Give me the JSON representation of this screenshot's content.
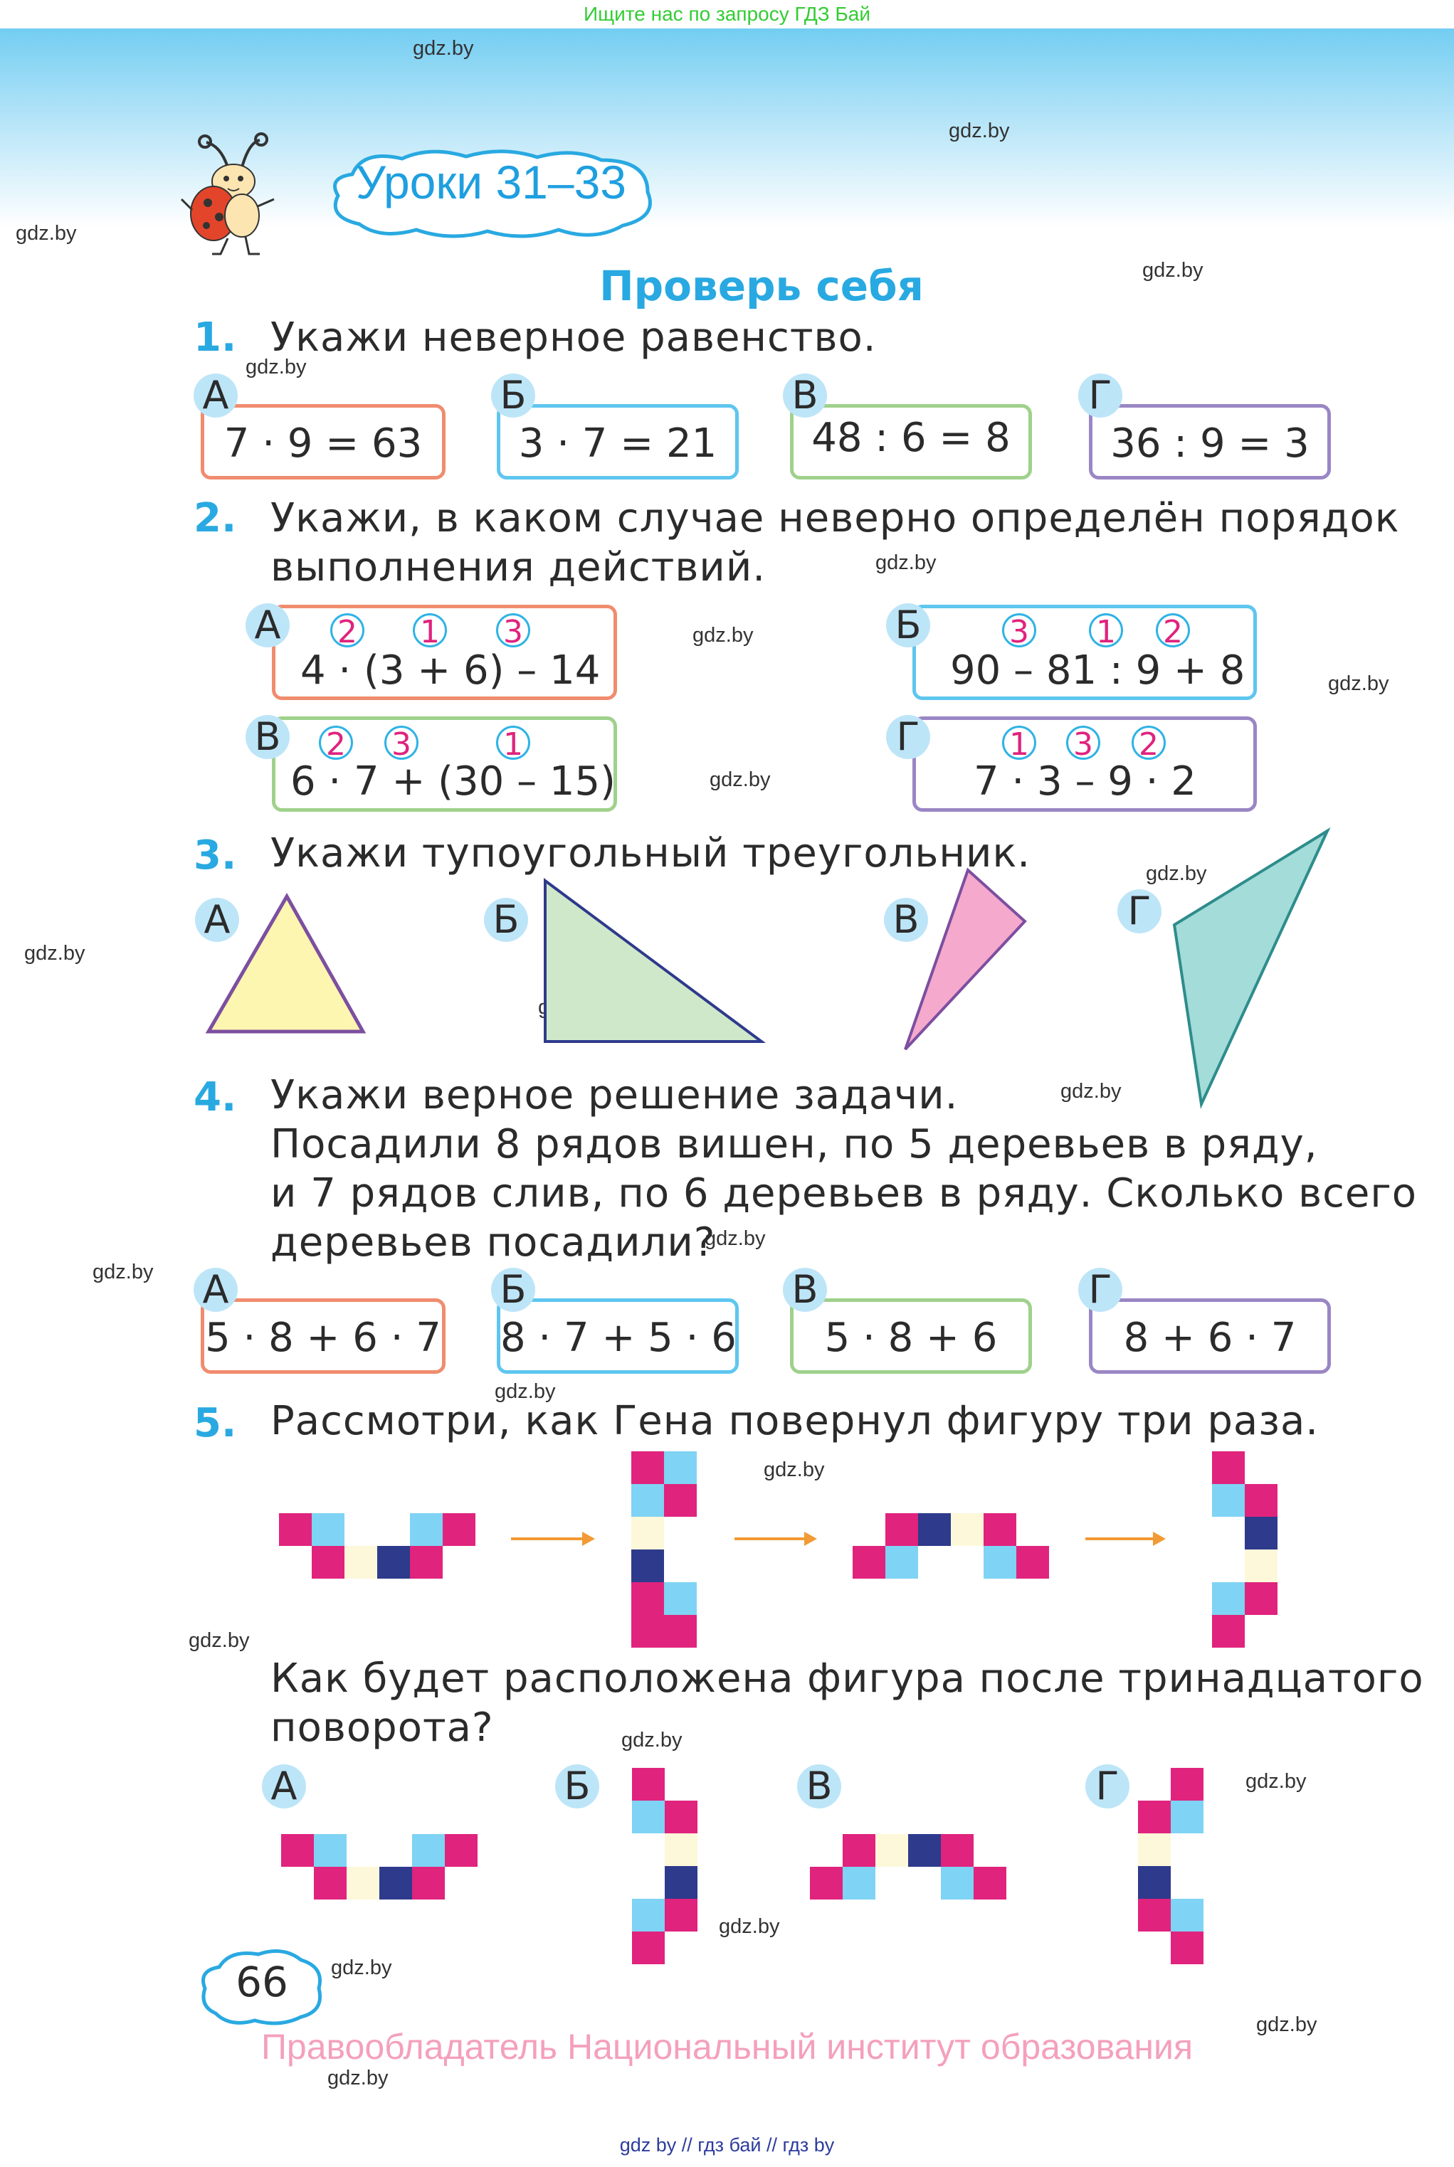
{
  "top_note": "Ищите нас по запросу ГДЗ Бай",
  "watermark": "gdz.by",
  "title": "Уроки 31–33",
  "subtitle": "Проверь себя",
  "q1": {
    "num": "1.",
    "text": "Укажи неверное равенство.",
    "options": [
      {
        "letter": "А",
        "text": "7 · 9 = 63",
        "color": "#f08c6e"
      },
      {
        "letter": "Б",
        "text": "3 · 7 = 21",
        "color": "#5ec6ef"
      },
      {
        "letter": "В",
        "text": "48 : 6 = 8",
        "color": "#9fd18b"
      },
      {
        "letter": "Г",
        "text": "36 : 9 = 3",
        "color": "#9a86c4"
      }
    ]
  },
  "q2": {
    "num": "2.",
    "text_line1": "Укажи, в каком случае неверно определён порядок",
    "text_line2": "выполнения действий.",
    "options": [
      {
        "letter": "А",
        "expr": "4 · (3 + 6) – 14",
        "order": [
          "2",
          "1",
          "3"
        ],
        "color": "#f08c6e"
      },
      {
        "letter": "Б",
        "expr": "90 – 81 : 9 + 8",
        "order": [
          "3",
          "1",
          "2"
        ],
        "color": "#5ec6ef"
      },
      {
        "letter": "В",
        "expr": "6 · 7 + (30 – 15)",
        "order": [
          "2",
          "3",
          "1"
        ],
        "color": "#9fd18b"
      },
      {
        "letter": "Г",
        "expr": "7 · 3 – 9 · 2",
        "order": [
          "1",
          "3",
          "2"
        ],
        "color": "#9a86c4"
      }
    ]
  },
  "q3": {
    "num": "3.",
    "text": "Укажи тупоугольный треугольник.",
    "letters": [
      "А",
      "Б",
      "В",
      "Г"
    ],
    "colors": {
      "a": "#fdf6b0",
      "b": "#cfe8c9",
      "c": "#f5a9cc",
      "d": "#a3dcd8",
      "stroke": "#7c4fa0"
    }
  },
  "q4": {
    "num": "4.",
    "line1": "Укажи верное решение задачи.",
    "line2": "Посадили 8 рядов вишен, по 5 деревьев в ряду,",
    "line3": "и 7 рядов слив, по 6 деревьев в ряду. Сколько всего",
    "line4": "деревьев посадили?",
    "options": [
      {
        "letter": "А",
        "text": "5 · 8 + 6 · 7",
        "color": "#f08c6e"
      },
      {
        "letter": "Б",
        "text": "8 · 7 + 5 · 6",
        "color": "#5ec6ef"
      },
      {
        "letter": "В",
        "text": "5 · 8 + 6",
        "color": "#9fd18b"
      },
      {
        "letter": "Г",
        "text": "8 + 6 · 7",
        "color": "#9a86c4"
      }
    ]
  },
  "q5": {
    "num": "5.",
    "text": "Рассмотри, как Гена повернул фигуру три раза.",
    "question_line1": "Как будет расположена фигура после тринадцатого",
    "question_line2": "поворота?",
    "letters": [
      "А",
      "Б",
      "В",
      "Г"
    ],
    "colors": {
      "pink": "#e0237d",
      "blue": "#7fd3f4",
      "navy": "#2e3a8c",
      "cream": "#fdf8d9",
      "arrow": "#f29a35"
    }
  },
  "page_number": "66",
  "footer_owner": "Правообладатель Национальный институт образования",
  "bottom_links": "gdz by  //  гдз бай  //  гдз by"
}
